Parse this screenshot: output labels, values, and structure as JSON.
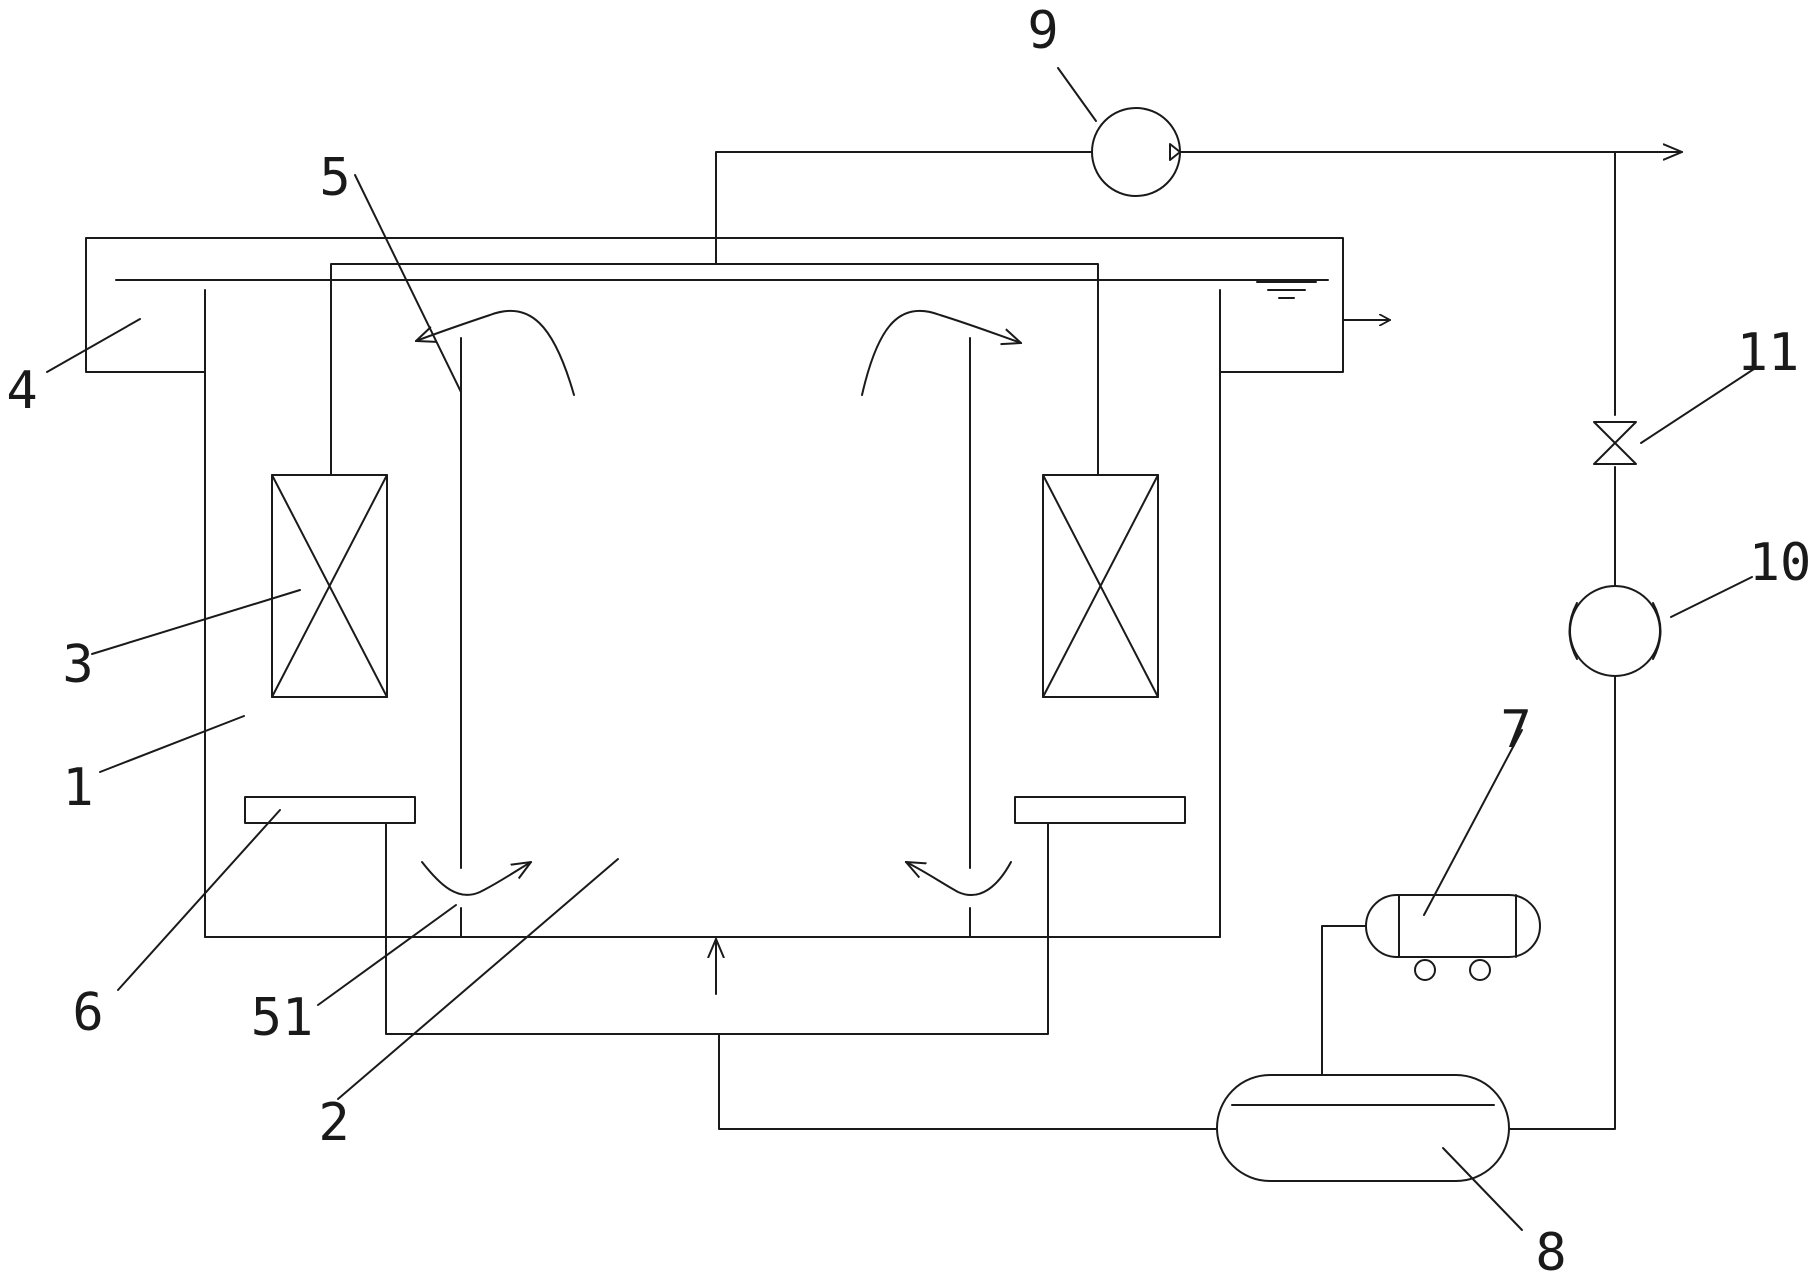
{
  "labels": {
    "l1": "1",
    "l2": "2",
    "l3": "3",
    "l4": "4",
    "l5": "5",
    "l51": "51",
    "l6": "6",
    "l7": "7",
    "l8": "8",
    "l9": "9",
    "l10": "10",
    "l11": "11"
  },
  "colors": {
    "line": "#1a1a1a",
    "background": "#ffffff"
  }
}
